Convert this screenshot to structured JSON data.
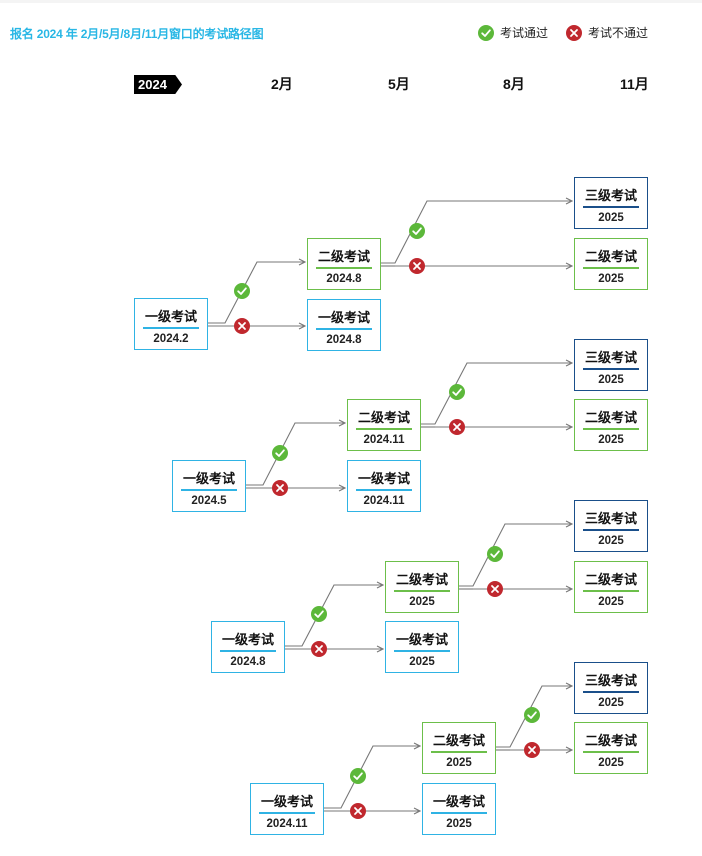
{
  "header": {
    "title": "报名 2024 年 2月/5月/8月/11月窗口的考试路径图",
    "legend_pass": "考试通过",
    "legend_fail": "考试不通过"
  },
  "timeline": {
    "year_tag": "2024",
    "months": [
      "2月",
      "5月",
      "8月",
      "11月"
    ]
  },
  "paths": [
    {
      "start": {
        "name": "一级考试",
        "date": "2024.2"
      },
      "pass": {
        "name": "二级考试",
        "date": "2024.8"
      },
      "fail": {
        "name": "一级考试",
        "date": "2024.8"
      },
      "pass2": {
        "name": "三级考试",
        "date": "2025"
      },
      "fail2": {
        "name": "二级考试",
        "date": "2025"
      }
    },
    {
      "start": {
        "name": "一级考试",
        "date": "2024.5"
      },
      "pass": {
        "name": "二级考试",
        "date": "2024.11"
      },
      "fail": {
        "name": "一级考试",
        "date": "2024.11"
      },
      "pass2": {
        "name": "三级考试",
        "date": "2025"
      },
      "fail2": {
        "name": "二级考试",
        "date": "2025"
      }
    },
    {
      "start": {
        "name": "一级考试",
        "date": "2024.8"
      },
      "pass": {
        "name": "二级考试",
        "date": "2025"
      },
      "fail": {
        "name": "一级考试",
        "date": "2025"
      },
      "pass2": {
        "name": "三级考试",
        "date": "2025"
      },
      "fail2": {
        "name": "二级考试",
        "date": "2025"
      }
    },
    {
      "start": {
        "name": "一级考试",
        "date": "2024.11"
      },
      "pass": {
        "name": "二级考试",
        "date": "2025"
      },
      "fail": {
        "name": "一级考试",
        "date": "2025"
      },
      "pass2": {
        "name": "三级考试",
        "date": "2025"
      },
      "fail2": {
        "name": "二级考试",
        "date": "2025"
      }
    }
  ],
  "colors": {
    "title": "#29b7e5",
    "level1": "#2fb3e4",
    "level2": "#6cbf4a",
    "level3": "#1a4f8a",
    "pass_icon": "#5cb83a",
    "fail_icon": "#c0282e",
    "arrow": "#777777"
  },
  "icons": {
    "pass": "check-circle-icon",
    "fail": "cross-circle-icon"
  }
}
